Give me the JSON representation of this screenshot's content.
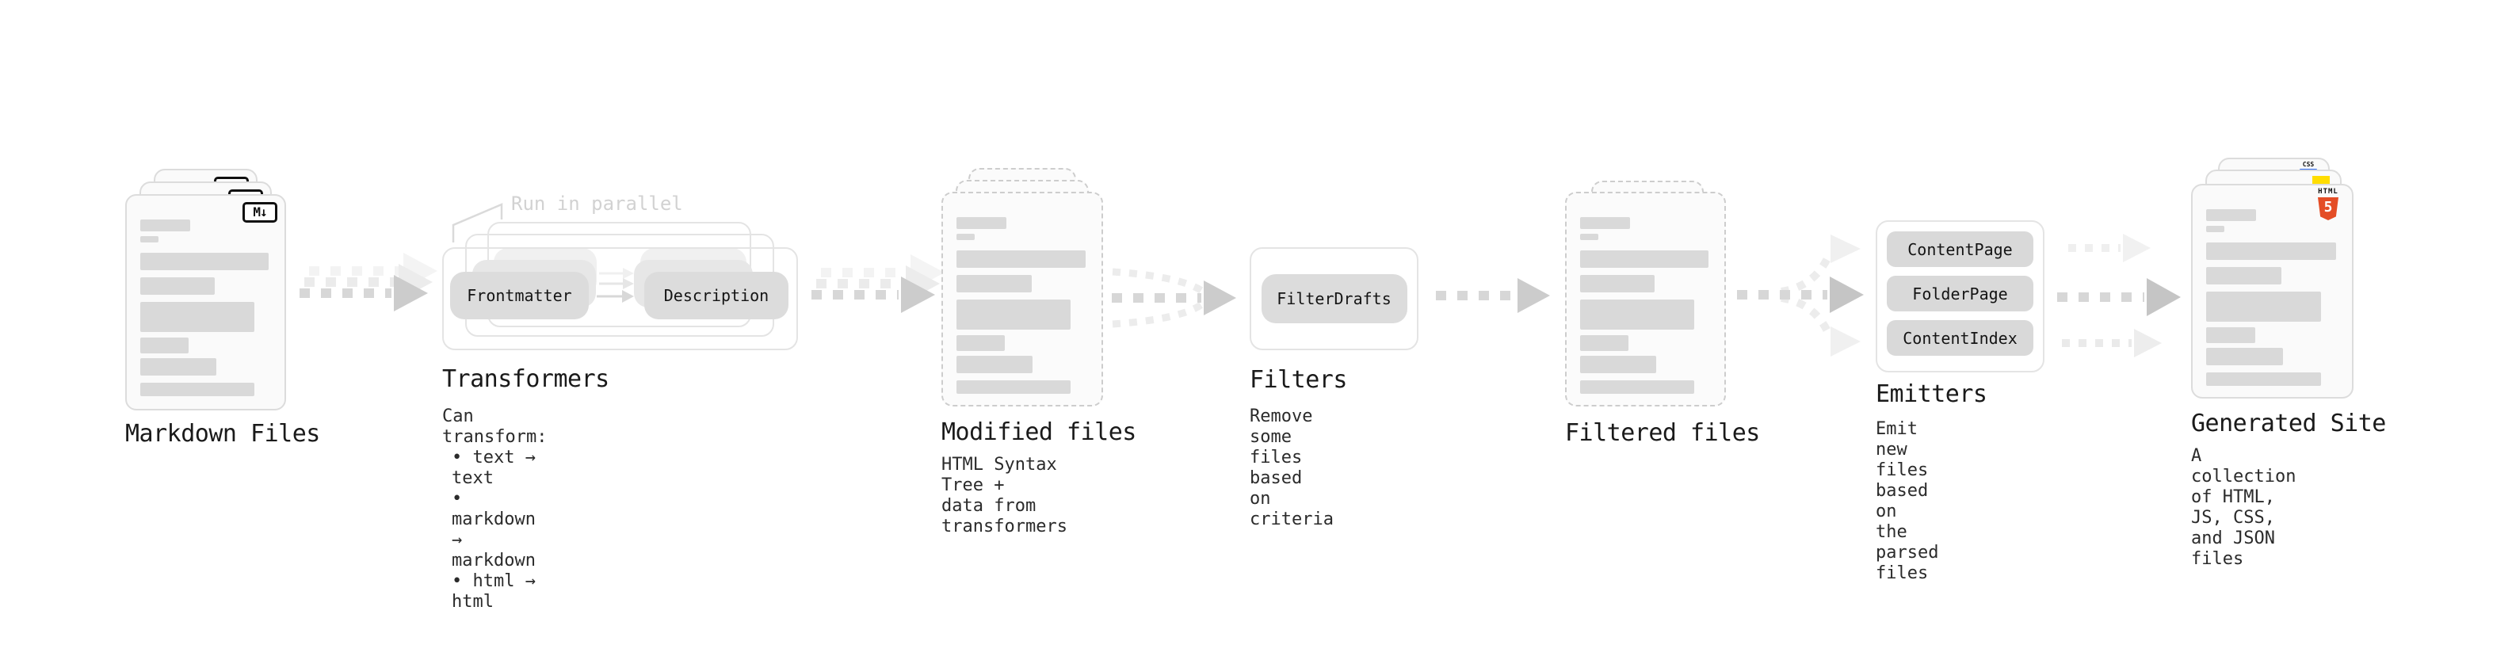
{
  "colors": {
    "card_border": "#dcdcdc",
    "card_bg": "#fafafa",
    "dashed_border": "#cdcdcd",
    "bar_gray": "#d9d9d9",
    "pill_bg": "#dcdcdc",
    "outline_box_border": "#e4e4e4",
    "arrow_dash": "#d7d7d7",
    "arrow_head": "#cccccc",
    "muted_note_text": "#d2d2d2",
    "heading_text": "#1a1a1a",
    "body_text": "#2b2b2b",
    "html5_orange": "#e44d26",
    "js_yellow": "#ffdd00",
    "css_blue": "#2f6bf0"
  },
  "nodes": {
    "markdown_files": {
      "label": "Markdown Files",
      "badge": "M↓"
    },
    "transformers": {
      "label": "Transformers",
      "note": "Run in parallel",
      "pill_left": "Frontmatter",
      "pill_right": "Description",
      "desc_title": "Can transform:",
      "bullets": [
        "• text → text",
        "• markdown → markdown",
        "• html → html"
      ]
    },
    "modified_files": {
      "label": "Modified files",
      "description": "HTML Syntax Tree +\ndata from transformers"
    },
    "filters": {
      "label": "Filters",
      "pill": "FilterDrafts",
      "description": "Remove some files based\non criteria"
    },
    "filtered_files": {
      "label": "Filtered files"
    },
    "emitters": {
      "label": "Emitters",
      "pills": [
        "ContentPage",
        "FolderPage",
        "ContentIndex"
      ],
      "description": "Emit new files based on\nthe parsed files"
    },
    "generated_site": {
      "label": "Generated Site",
      "description": "A collection of HTML,\nJS, CSS, and JSON files",
      "css_badge": "CSS",
      "html_badge": "HTML",
      "html5_number": "5"
    }
  }
}
